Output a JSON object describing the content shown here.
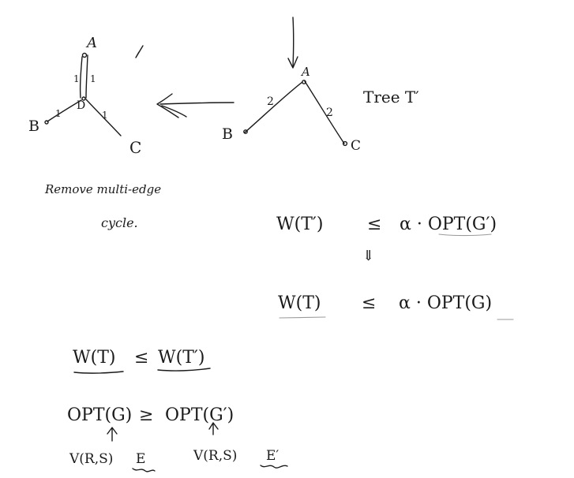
{
  "left_graph": {
    "nodes": {
      "A": "A",
      "D": "D",
      "B": "B",
      "C": "C"
    },
    "edge_labels": {
      "AD_left": "1",
      "AD_right": "1",
      "BD": "1",
      "DC": "1"
    }
  },
  "tree": {
    "nodes": {
      "A": "A",
      "B": "B",
      "C": "C"
    },
    "edge_labels": {
      "AB": "2",
      "AC": "2"
    },
    "title": "Tree T′"
  },
  "caption": {
    "line1": "Remove multi-edge",
    "line2": "cycle."
  },
  "inequality1": {
    "lhs": "W(T′)",
    "rel": "≤",
    "rhs": "α · OPT(G′)"
  },
  "implies": "⇓",
  "inequality2": {
    "lhs": "W(T)",
    "rel": "≤",
    "rhs": "α · OPT(G)"
  },
  "inequality3": {
    "lhs": "W(T)",
    "rel": "≤",
    "rhs": "W(T′)"
  },
  "inequality4": {
    "lhs": "OPT(G)",
    "rel": "≥",
    "rhs": "OPT(G′)"
  },
  "annotations": {
    "left_set": "V(R,S)",
    "left_edges": "E",
    "right_set": "V(R,S)",
    "right_edges": "E′"
  }
}
